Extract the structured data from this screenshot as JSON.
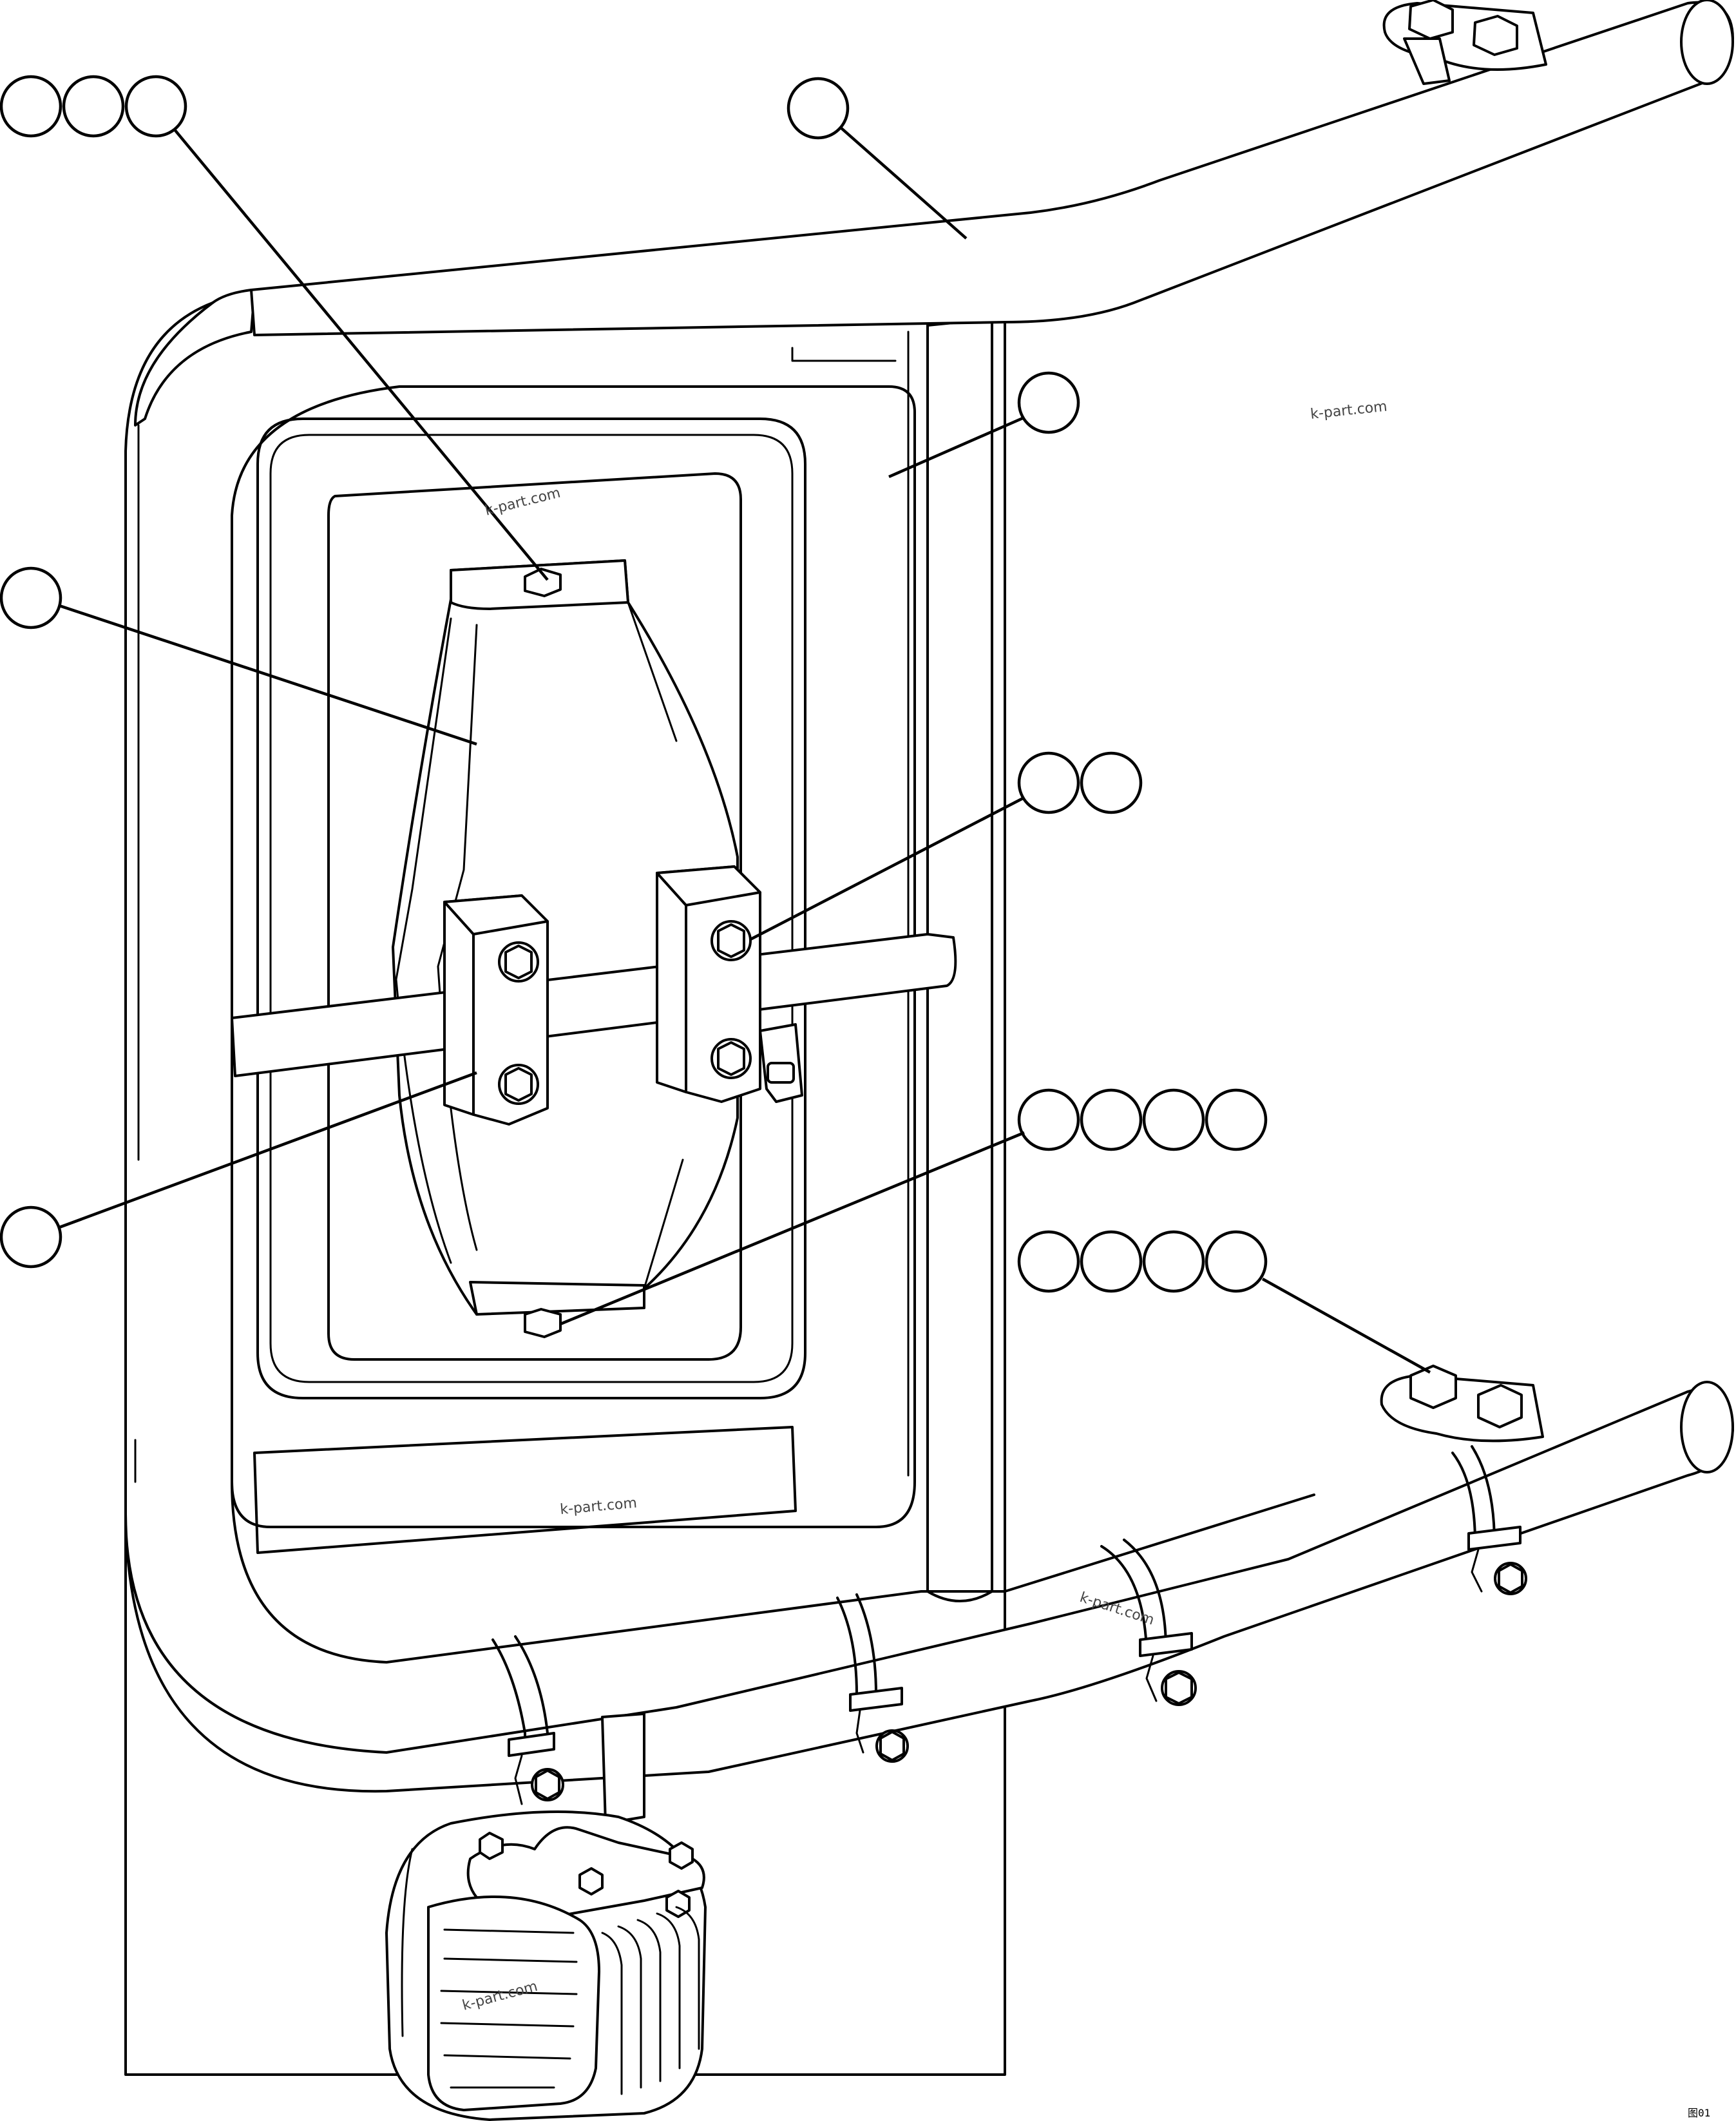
{
  "watermarks": [
    "k-part.com",
    "k-part.com",
    "k-part.com",
    "k-part.com",
    "k-part.com"
  ],
  "callouts": [
    {
      "id": "c1",
      "circles": 3
    },
    {
      "id": "c2",
      "circles": 1
    },
    {
      "id": "c3",
      "circles": 1
    },
    {
      "id": "c4",
      "circles": 1
    },
    {
      "id": "c5",
      "circles": 2
    },
    {
      "id": "c6",
      "circles": 1
    },
    {
      "id": "c7",
      "circles": 4
    },
    {
      "id": "c8",
      "circles": 4
    }
  ],
  "corner_mark": "图01"
}
